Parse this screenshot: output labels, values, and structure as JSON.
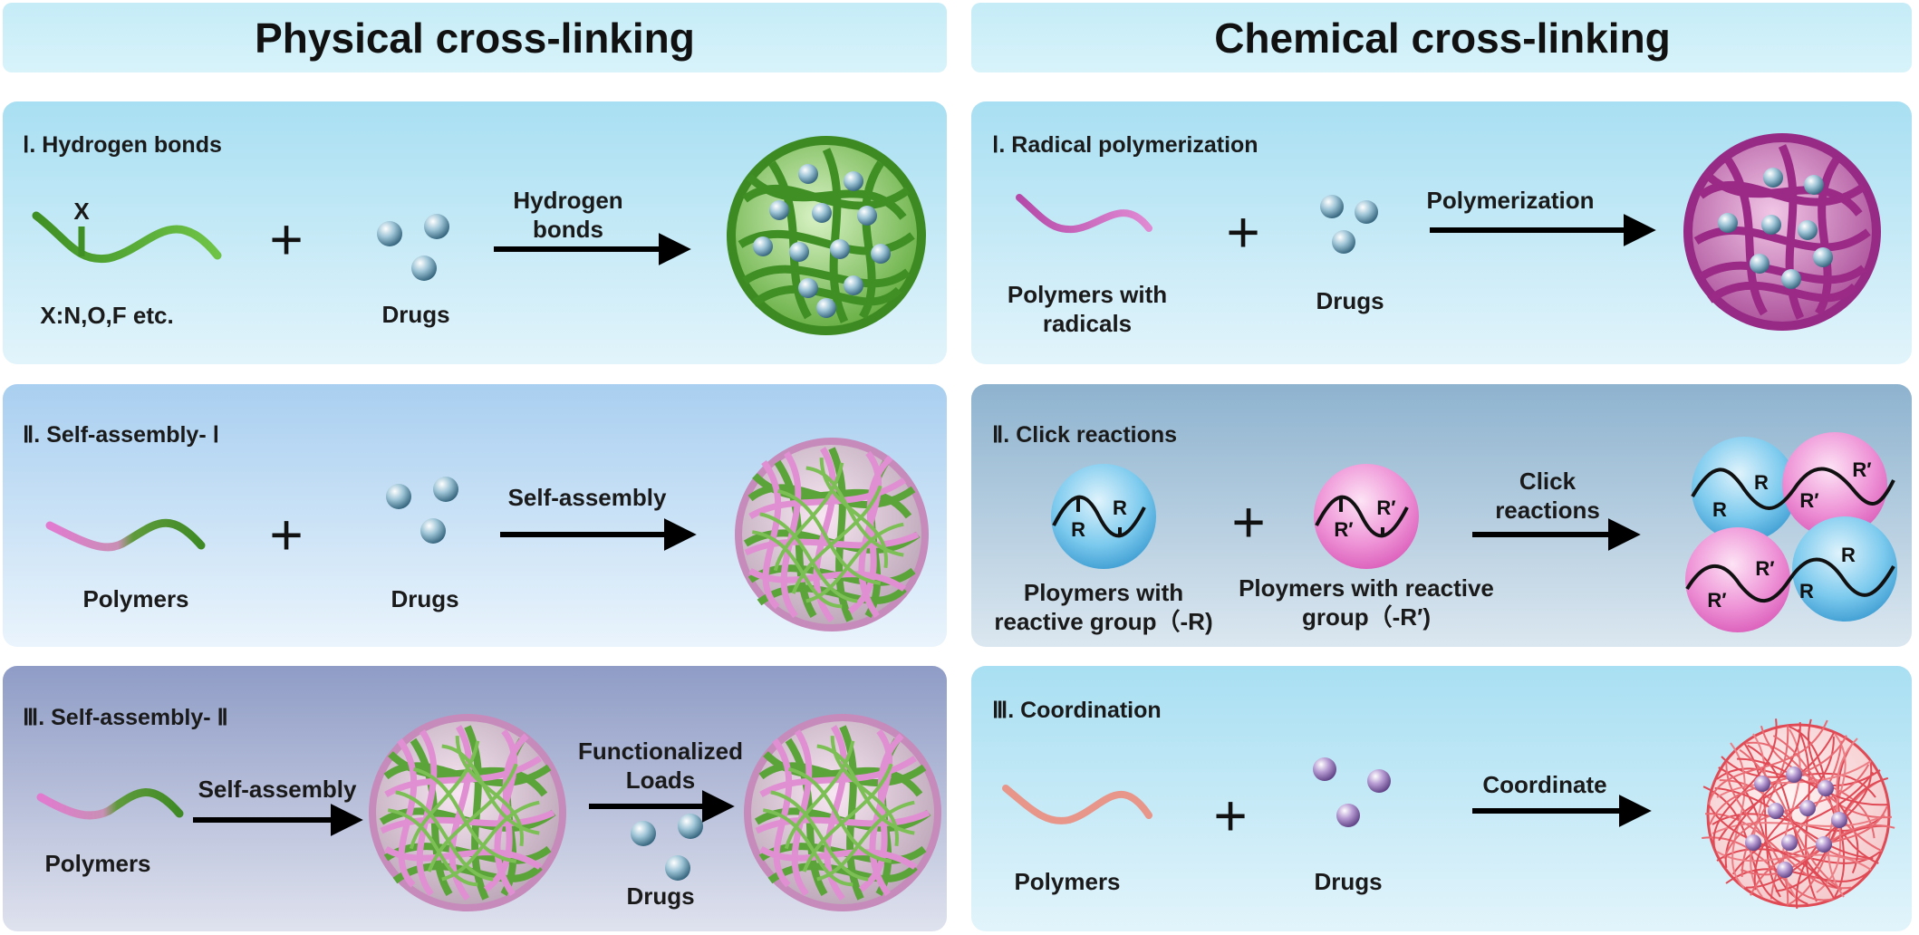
{
  "headers": {
    "physical": "Physical cross-linking",
    "chemical": "Chemical cross-linking"
  },
  "panels": {
    "p1": {
      "title": "Ⅰ. Hydrogen bonds",
      "x_mark": "X",
      "polymer_label": "X:N,O,F etc.",
      "drug_label": "Drugs",
      "arrow_lines": [
        "Hydrogen",
        "bonds"
      ],
      "plus": "+"
    },
    "p2": {
      "title": "Ⅱ. Self-assembly- Ⅰ",
      "polymer_label": "Polymers",
      "drug_label": "Drugs",
      "arrow_label": "Self-assembly",
      "plus": "+"
    },
    "p3": {
      "title": "Ⅲ. Self-assembly- Ⅱ",
      "polymer_label": "Polymers",
      "arrow1_label": "Self-assembly",
      "arrow2_lines": [
        "Functionalized",
        "Loads"
      ],
      "drug_label": "Drugs"
    },
    "c1": {
      "title": "Ⅰ. Radical polymerization",
      "polymer_lines": [
        "Polymers with",
        "radicals"
      ],
      "drug_label": "Drugs",
      "arrow_label": "Polymerization",
      "plus": "+"
    },
    "c2": {
      "title": "Ⅱ. Click reactions",
      "left_lines": [
        "Ploymers with",
        "reactive group（-R)"
      ],
      "right_lines": [
        "Ploymers with reactive",
        "group（-R′)"
      ],
      "arrow_lines": [
        "Click",
        "reactions"
      ],
      "r": "R",
      "rp": "R′",
      "plus": "+"
    },
    "c3": {
      "title": "Ⅲ. Coordination",
      "polymer_label": "Polymers",
      "drug_label": "Drugs",
      "arrow_label": "Coordinate",
      "plus": "+"
    }
  },
  "colors": {
    "arrow": "#000000",
    "green": "#4a9a2a",
    "pink": "#d77bc9",
    "magenta": "#9a2a86",
    "salmon": "#e8958a",
    "blue_sphere": "#5db5e0",
    "pink_sphere": "#e770c8",
    "red_mesh": "#e04a55"
  }
}
